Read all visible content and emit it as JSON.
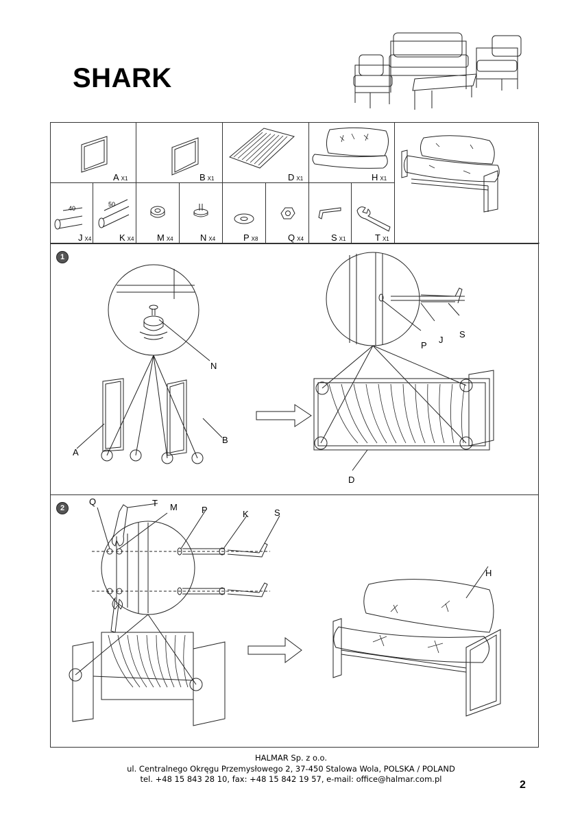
{
  "document": {
    "title": "SHARK",
    "page_number": "2"
  },
  "parts": [
    {
      "letter": "A",
      "qty": "X1",
      "icon": "side-frame-a"
    },
    {
      "letter": "B",
      "qty": "X1",
      "icon": "side-frame-b"
    },
    {
      "letter": "D",
      "qty": "X1",
      "icon": "slatted-seat-frame"
    },
    {
      "letter": "H",
      "qty": "X1",
      "icon": "seat-cushion"
    },
    {
      "letter": "J",
      "qty": "X4",
      "icon": "bolt-40",
      "dim": "40"
    },
    {
      "letter": "K",
      "qty": "X4",
      "icon": "bolt-50",
      "dim": "50"
    },
    {
      "letter": "M",
      "qty": "X4",
      "icon": "nut"
    },
    {
      "letter": "N",
      "qty": "X4",
      "icon": "adjustable-foot"
    },
    {
      "letter": "P",
      "qty": "X8",
      "icon": "washer"
    },
    {
      "letter": "Q",
      "qty": "X4",
      "icon": "hex-nut"
    },
    {
      "letter": "S",
      "qty": "X1",
      "icon": "allen-key"
    },
    {
      "letter": "T",
      "qty": "X1",
      "icon": "spanner"
    }
  ],
  "steps": [
    {
      "number": "1",
      "callouts": {
        "n": "N",
        "a": "A",
        "b": "B",
        "p": "P",
        "j": "J",
        "s": "S",
        "d": "D"
      }
    },
    {
      "number": "2",
      "callouts": {
        "q": "Q",
        "t": "T",
        "m": "M",
        "p": "P",
        "k": "K",
        "s": "S",
        "h": "H"
      }
    }
  ],
  "footer": {
    "company": "HALMAR Sp. z o.o.",
    "address": "ul. Centralnego Okręgu Przemysłowego 2, 37-450 Stalowa Wola, POLSKA / POLAND",
    "contact": "tel. +48 15 843 28 10, fax: +48 15 842 19 57, e-mail: office@halmar.com.pl"
  }
}
